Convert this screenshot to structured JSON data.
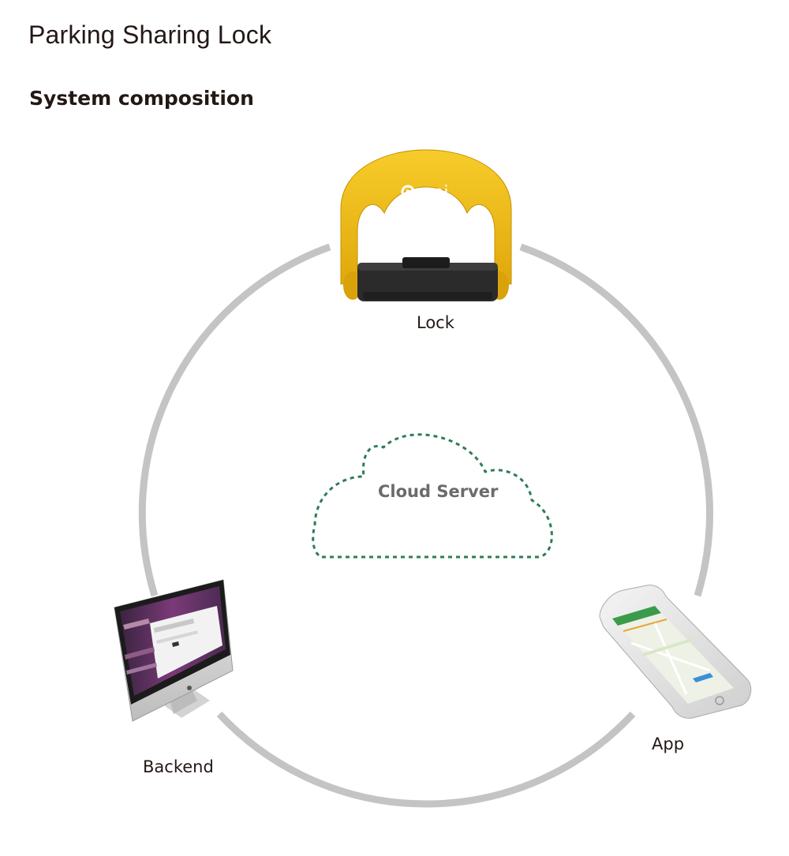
{
  "title": "Parking Sharing Lock",
  "section": "System composition",
  "lock_brand": "omni",
  "nodes": {
    "lock": "Lock",
    "backend": "Backend",
    "app": "App",
    "cloud": "Cloud Server"
  },
  "colors": {
    "ring": "#c4c4c4",
    "cloud_outline": "#2e7d55",
    "lock_yellow": "#f2c117",
    "lock_body": "#2b2b2b",
    "cloud_label": "#6b6b6b",
    "app_header": "#3a9b4a"
  },
  "icons": {
    "lock": "parking-lock-image",
    "backend": "desktop-computer-image",
    "app": "smartphone-image",
    "cloud": "cloud-outline"
  }
}
